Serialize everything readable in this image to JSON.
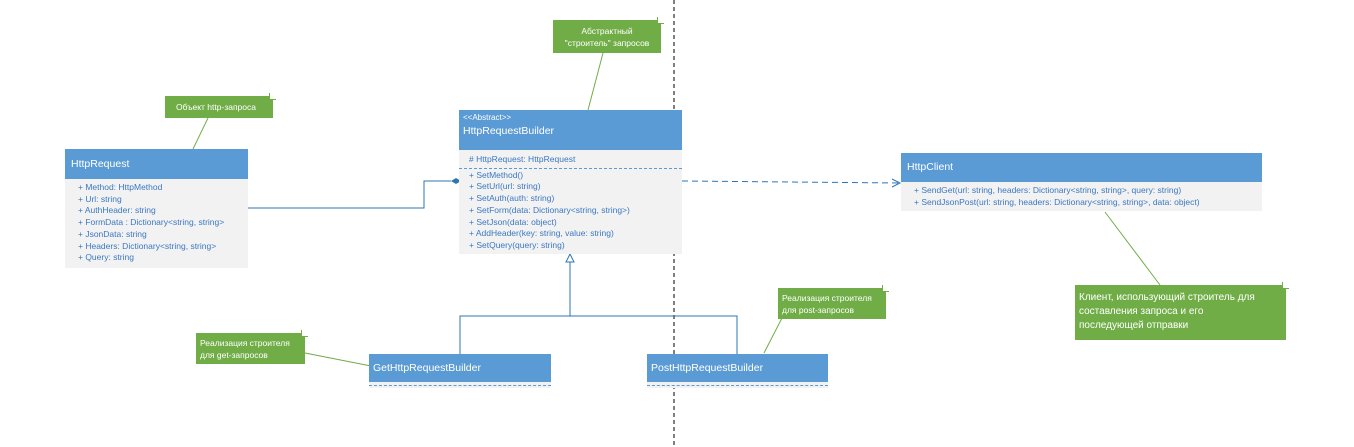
{
  "classes": {
    "http_request": {
      "name": "HttpRequest",
      "members": [
        "+ Method: HttpMethod",
        "+ Url: string",
        "+ AuthHeader: string",
        "+ FormData : Dictionary<string, string>",
        "+ JsonData: string",
        "+ Headers: Dictionary<string, string>",
        "+ Query: string"
      ]
    },
    "builder": {
      "stereotype": "<<Abstract>>",
      "name": "HttpRequestBuilder",
      "fields": [
        "# HttpRequest: HttpRequest"
      ],
      "methods": [
        "+ SetMethod()",
        "+ SetUrl(url: string)",
        "+ SetAuth(auth: string)",
        "+ SetForm(data: Dictionary<string, string>)",
        "+ SetJson(data: object)",
        "+ AddHeader(key: string, value: string)",
        "+ SetQuery(query: string)"
      ]
    },
    "http_client": {
      "name": "HttpClient",
      "methods": [
        "+ SendGet(url: string, headers: Dictionary<string, string>, query: string)",
        "+ SendJsonPost(url: string, headers: Dictionary<string, string>, data: object)"
      ]
    },
    "get_builder": {
      "name": "GetHttpRequestBuilder"
    },
    "post_builder": {
      "name": "PostHttpRequestBuilder"
    }
  },
  "notes": {
    "abstract_builder": [
      "Абстрактный",
      "\"строитель\" запросов"
    ],
    "http_object": [
      "Объект http-запроса"
    ],
    "client": [
      "Клиент, использующий строитель для",
      "составления запроса и его",
      "последующей отправки"
    ],
    "get_impl": [
      "Реализация строителя",
      "для get-запросов"
    ],
    "post_impl": [
      "Реализация строителя",
      "для post-запросов"
    ]
  },
  "colors": {
    "class_header": "#5b9bd5",
    "class_body": "#f2f2f2",
    "member_text": "#3a78c2",
    "note": "#70ad47",
    "connector": "#2e75b6"
  }
}
